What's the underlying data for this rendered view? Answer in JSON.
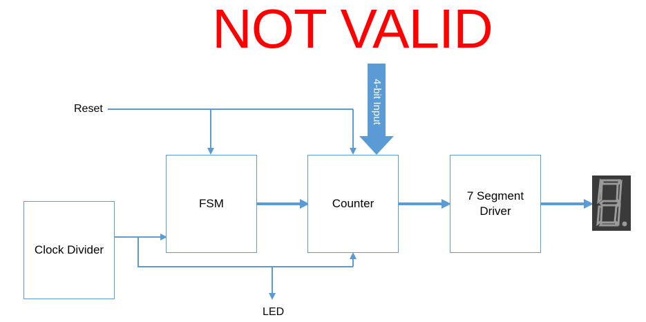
{
  "title": "NOT VALID",
  "blocks": {
    "clock_divider": "Clock Divider",
    "fsm": "FSM",
    "counter": "Counter",
    "segment_driver_line1": "7 Segment",
    "segment_driver_line2": "Driver"
  },
  "signals": {
    "reset": "Reset",
    "led": "LED",
    "input": "4-bit Input"
  },
  "display": {
    "digit": "8",
    "decimal_point": true
  },
  "colors": {
    "title": "#ff0000",
    "line": "#5b9bd5",
    "display_bg": "#3a3a3a",
    "segment": "#9a9a9a"
  }
}
